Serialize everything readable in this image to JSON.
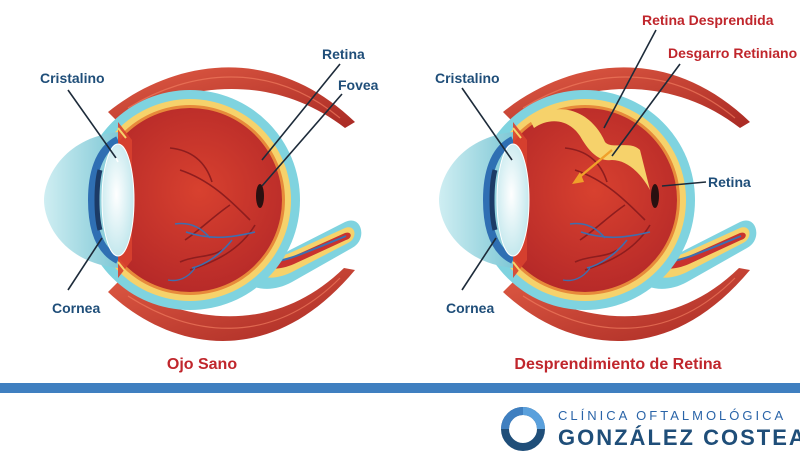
{
  "labels": {
    "left_cristalino": "Cristalino",
    "left_cornea": "Cornea",
    "left_retina": "Retina",
    "left_fovea": "Fovea",
    "right_cristalino": "Cristalino",
    "right_cornea": "Cornea",
    "right_retina": "Retina",
    "right_retina_desprendida": "Retina Desprendida",
    "right_desgarro": "Desgarro Retiniano"
  },
  "captions": {
    "healthy": "Ojo Sano",
    "detached": "Desprendimiento de Retina"
  },
  "brand": {
    "line1": "CLÍNICA OFTALMOLÓGICA",
    "line2": "GONZÁLEZ COSTEA"
  },
  "colors": {
    "label_blue": "#1f4e79",
    "label_red": "#c0262c",
    "footer_band": "#3f7fc0",
    "eye_red": "#c8322e",
    "retina_yellow": "#f6d26b",
    "sclera_teal": "#7fd3df",
    "muscle_red": "#d24a3a"
  }
}
